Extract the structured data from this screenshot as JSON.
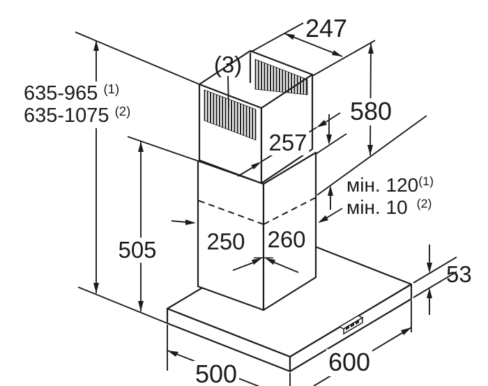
{
  "diagram": {
    "labels": {
      "height_range_line1": {
        "value": "635-965",
        "sup": "(1)"
      },
      "height_range_line2": {
        "value": "635-1075",
        "sup": "(2)"
      },
      "part_callout": "(3)",
      "chimney_top_depth": "247",
      "upper_section_height": "580",
      "upper_section_width": "257",
      "min_clearance_line1": {
        "value": "мін. 120",
        "sup": "(1)"
      },
      "min_clearance_line2": {
        "value": "мін. 10",
        "sup": "(2)"
      },
      "lower_section_height": "505",
      "lower_section_depth": "250",
      "lower_section_width": "260",
      "canopy_height": "53",
      "canopy_depth": "500",
      "canopy_width": "600"
    },
    "colors": {
      "line": "#1c1c1c",
      "background": "#ffffff"
    }
  }
}
